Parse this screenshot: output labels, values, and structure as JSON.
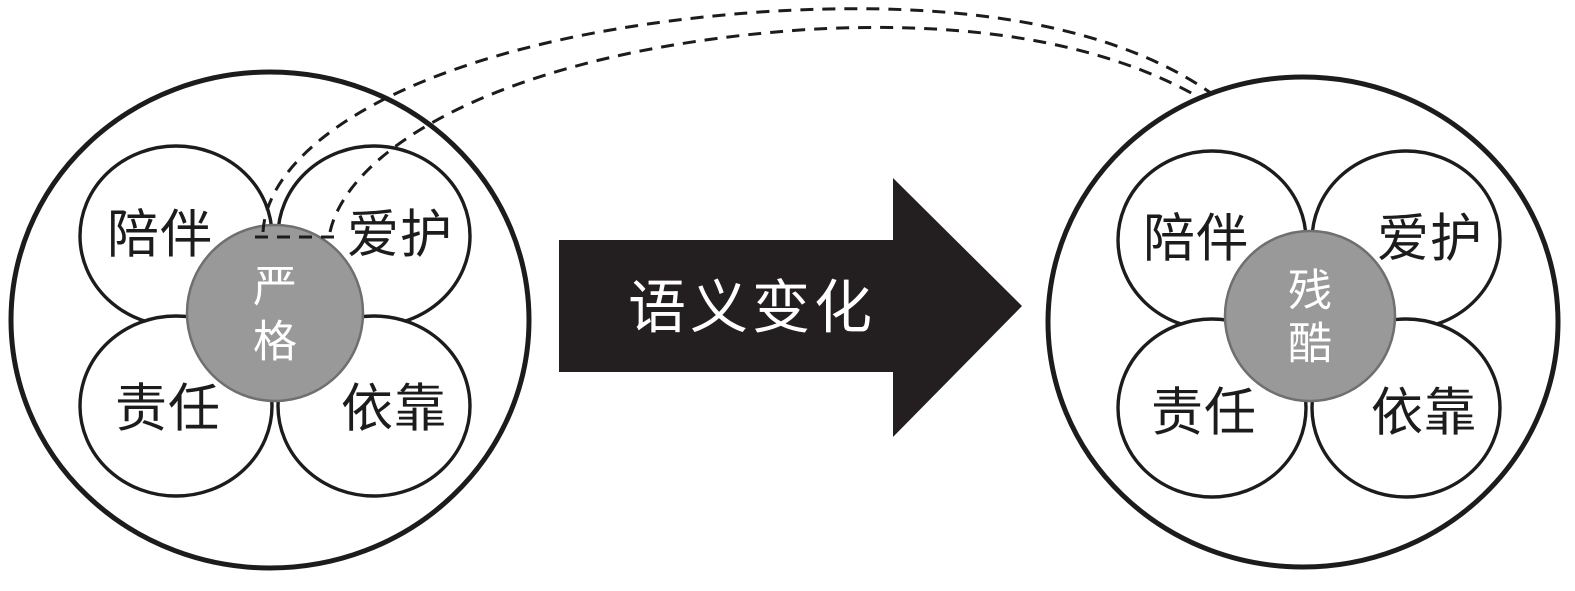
{
  "diagram": {
    "title": "语义变化",
    "type": "semantic-change-radial-diagram",
    "colors": {
      "core_fill": "#999999",
      "core_text": "#ffffff",
      "stroke": "#1c1c1c",
      "arrow_fill": "#231f20",
      "background": "#ffffff"
    },
    "groups": [
      {
        "id": "source",
        "position": "left",
        "core": {
          "label": "严格",
          "lines": [
            "严",
            "格"
          ]
        },
        "petals": [
          {
            "id": "top-left",
            "label": "陪伴"
          },
          {
            "id": "top-right",
            "label": "爱护"
          },
          {
            "id": "bottom-left",
            "label": "责任"
          },
          {
            "id": "bottom-right",
            "label": "依靠"
          }
        ]
      },
      {
        "id": "target",
        "position": "right",
        "core": {
          "label": "残酷",
          "lines": [
            "残",
            "酷"
          ]
        },
        "petals": [
          {
            "id": "top-left",
            "label": "陪伴"
          },
          {
            "id": "top-right",
            "label": "爱护"
          },
          {
            "id": "bottom-left",
            "label": "责任"
          },
          {
            "id": "bottom-right",
            "label": "依靠"
          }
        ]
      }
    ],
    "transition_arrow": {
      "label": "语义变化",
      "direction": "left-to-right"
    },
    "connectors": {
      "style": "dashed-curve-with-arrowhead",
      "count": 2,
      "from": "source.core",
      "to": "target.core"
    }
  }
}
